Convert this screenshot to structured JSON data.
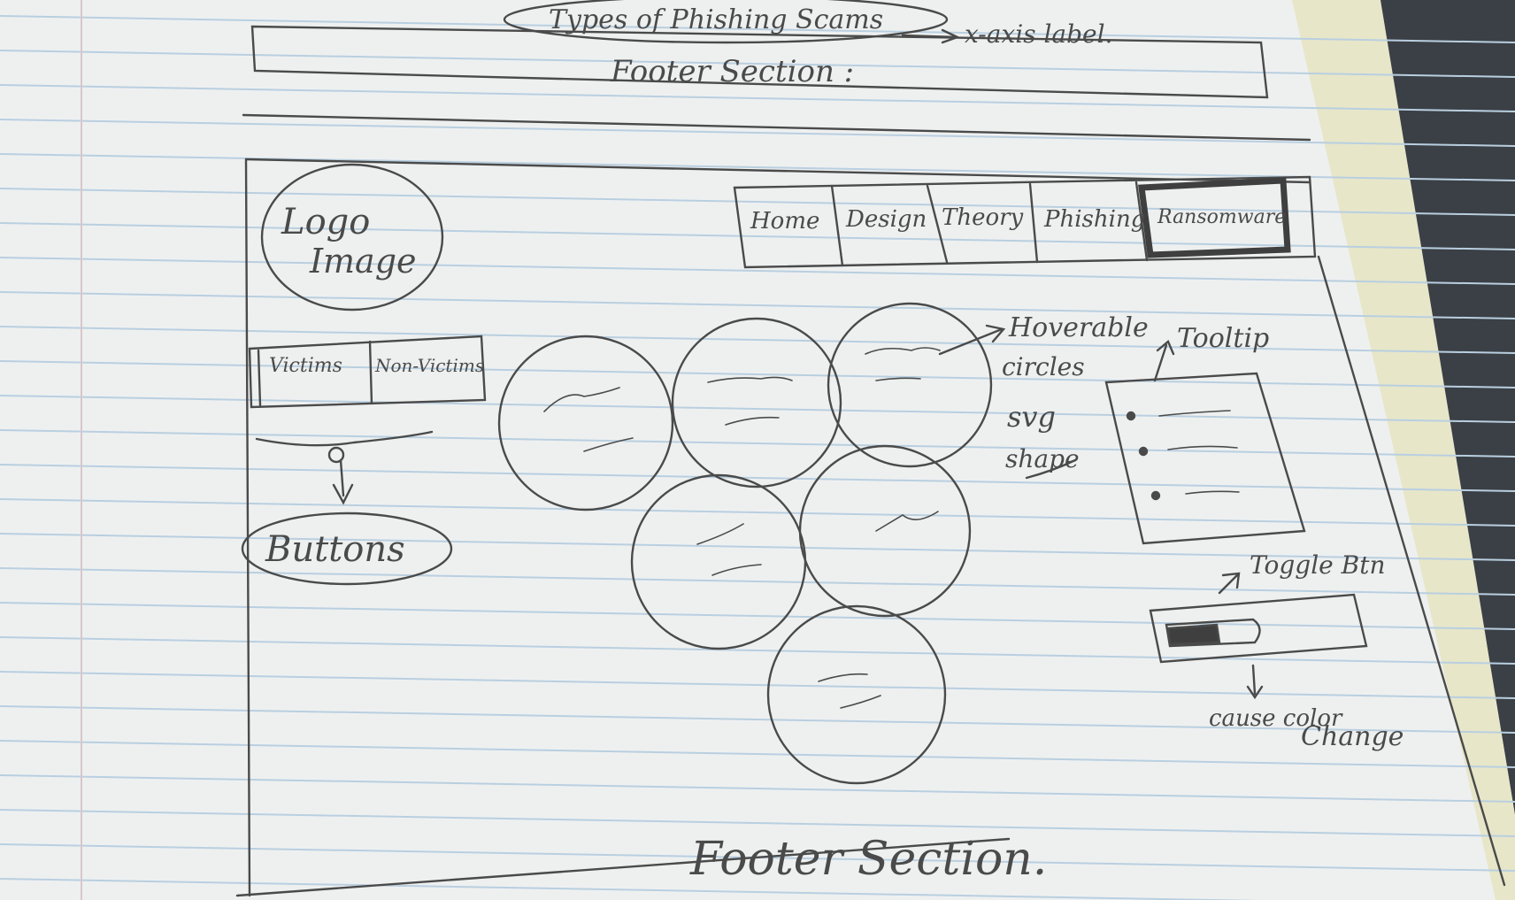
{
  "top_note": {
    "title_oval": "Types of Phishing Scams",
    "axis_note": "x-axis label."
  },
  "top_footer": "Footer Section :",
  "header": {
    "logo": [
      "Logo",
      "Image"
    ],
    "nav": [
      "Home",
      "Design",
      "Theory",
      "Phishing",
      "Ransomware"
    ]
  },
  "left_panel": {
    "segment": [
      "Victims",
      "Non-Victims"
    ],
    "buttons_label": "Buttons"
  },
  "annotations": {
    "circles": [
      "Hoverable",
      "circles"
    ],
    "svg": [
      "svg",
      "shape"
    ],
    "tooltip": "Tooltip",
    "toggle": "Toggle Btn",
    "color_change": [
      "cause color",
      "Change"
    ]
  },
  "bottom_footer": "Footer Section.",
  "colors": {
    "paper": "#eef0f0",
    "pencil": "#4a4a4a",
    "ruling": "#b9cfe0"
  }
}
